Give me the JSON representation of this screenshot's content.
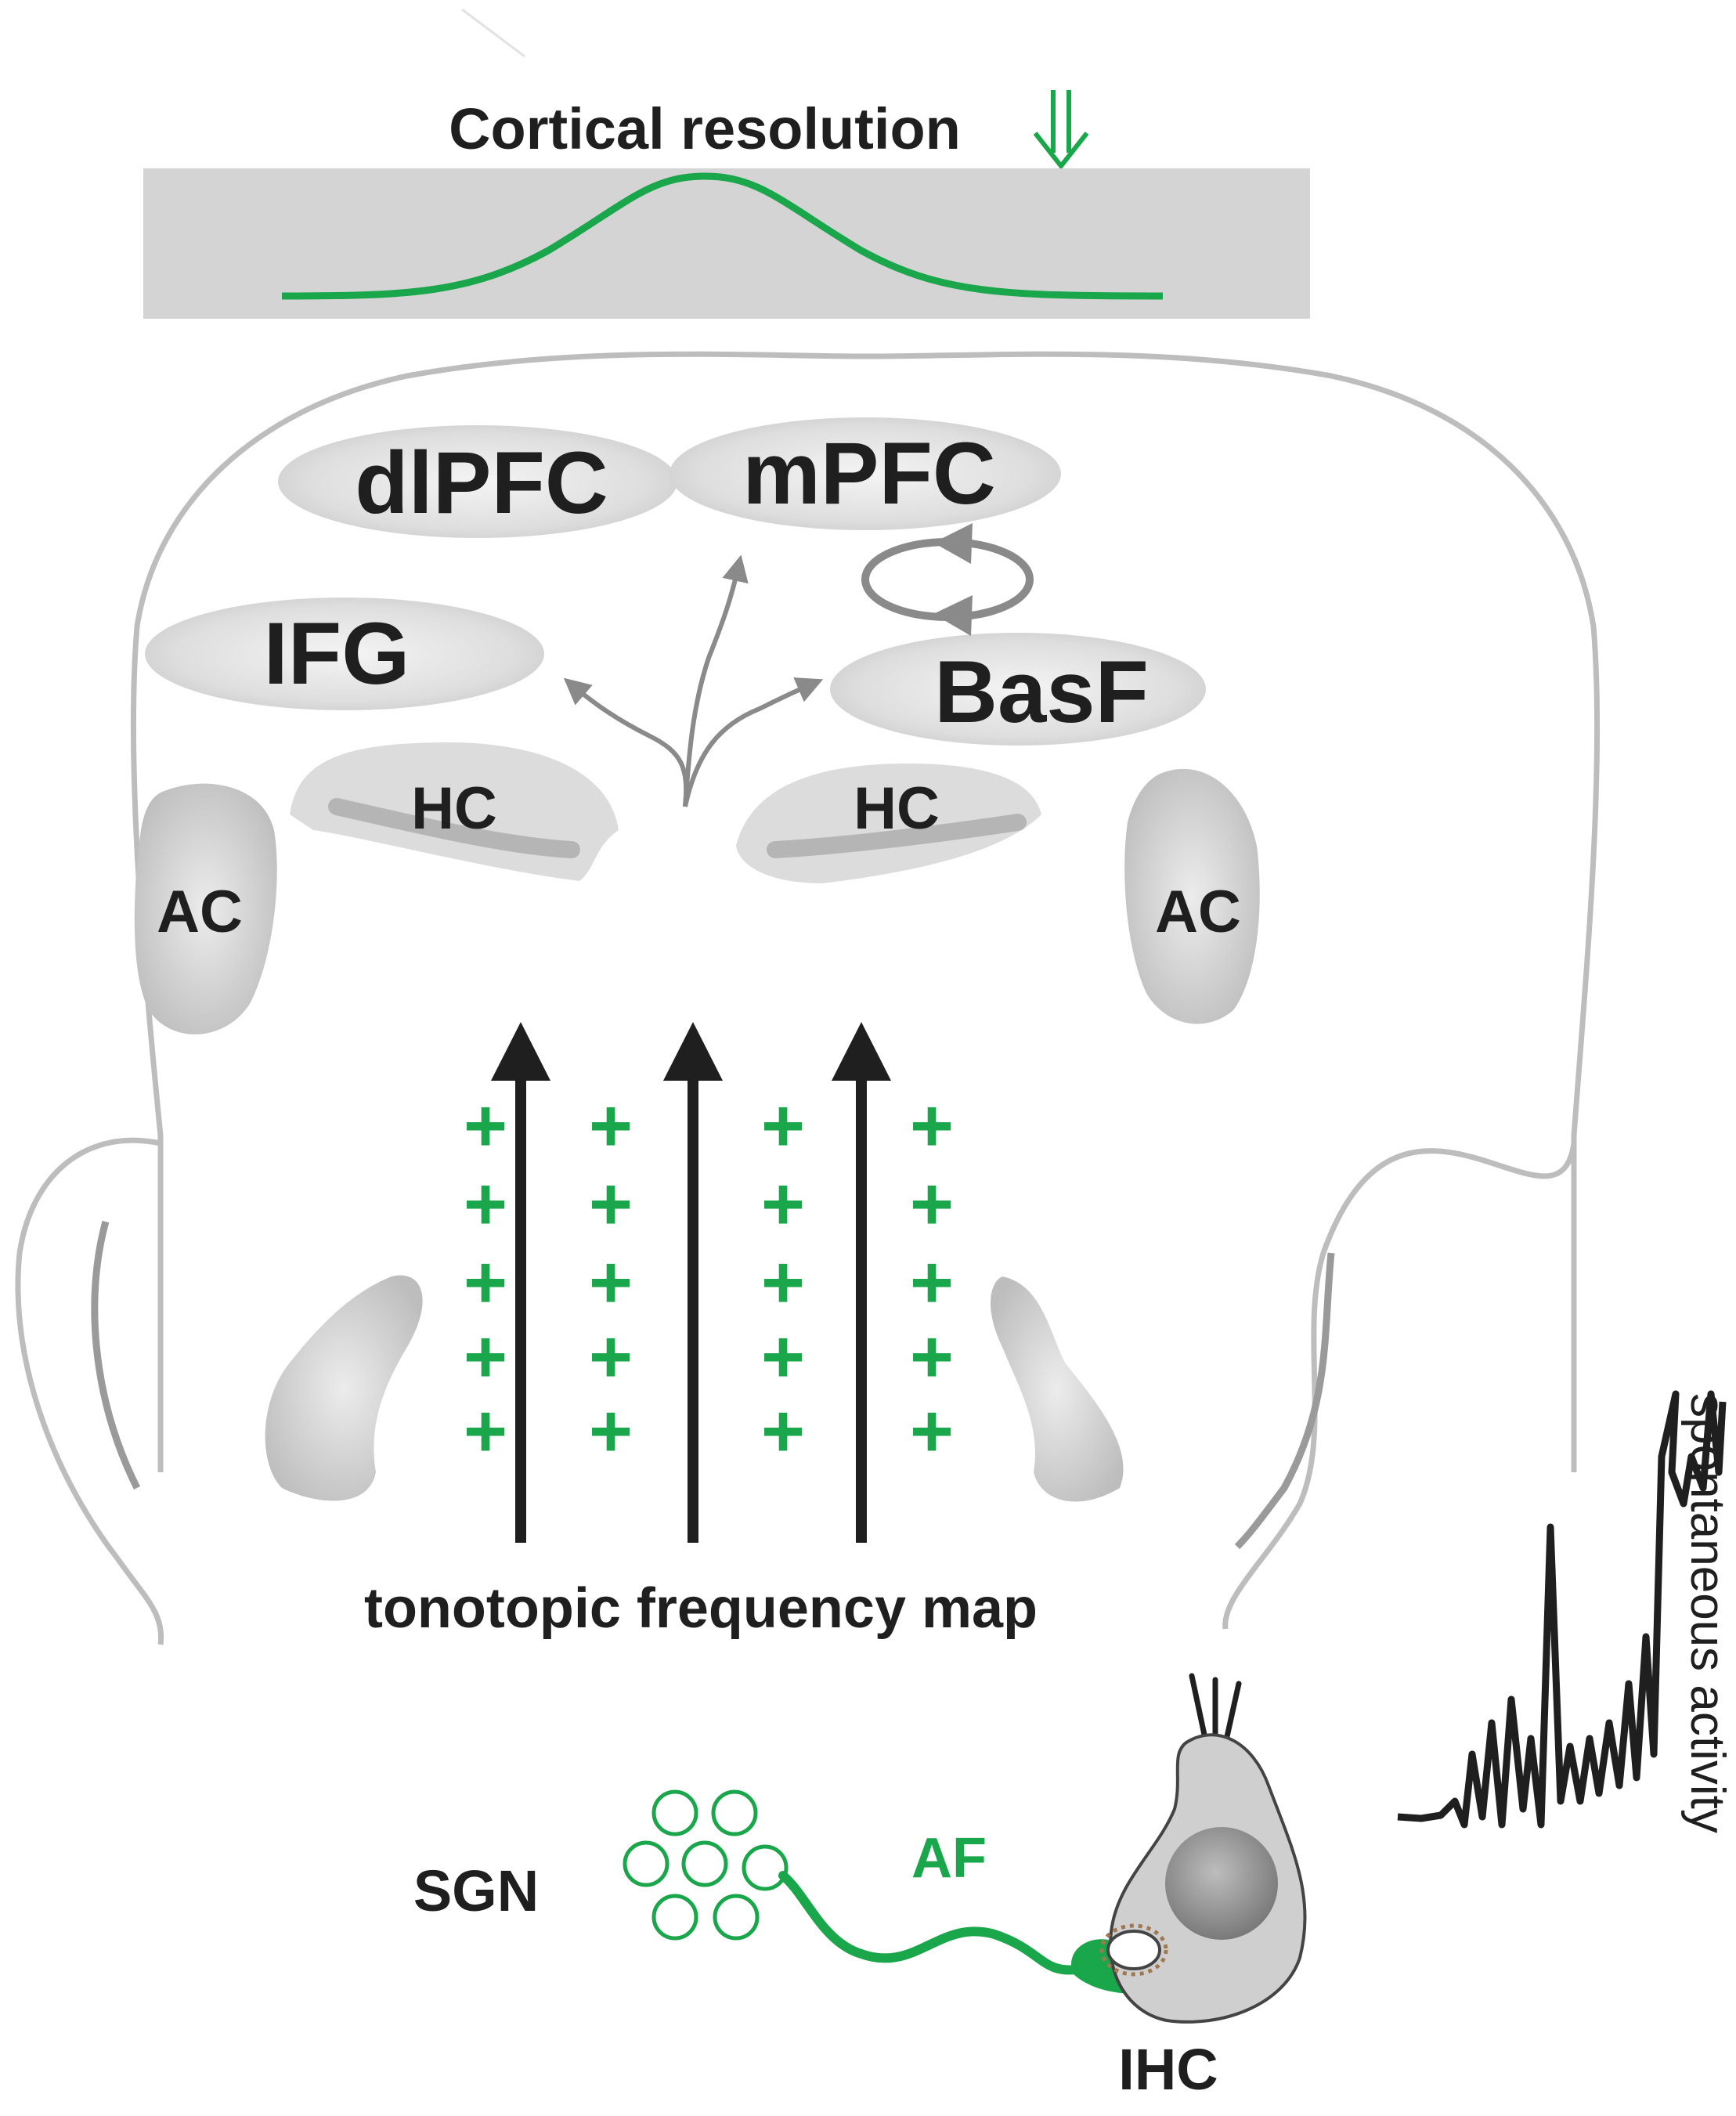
{
  "title": "Cortical resolution",
  "labels": {
    "dlpfc": "dlPFC",
    "mpfc": "mPFC",
    "ifg": "IFG",
    "basf": "BasF",
    "hc_left": "HC",
    "hc_right": "HC",
    "ac_left": "AC",
    "ac_right": "AC",
    "tonotopic": "tonotopic frequency map",
    "sgn": "SGN",
    "af": "AF",
    "ihc": "IHC",
    "spontaneous": "spontaneous activity"
  },
  "plus_symbol": "+",
  "icons": {
    "resolution_indicator": "double-down-arrow-icon",
    "feedback_loop": "circular-arrows-icon"
  },
  "colors": {
    "accent_green": "#1aa64a",
    "region_gray": "#d9d9d9",
    "outline_gray": "#bdbdbd",
    "banner_gray": "#d4d4d4",
    "text": "#1f1f1f"
  }
}
